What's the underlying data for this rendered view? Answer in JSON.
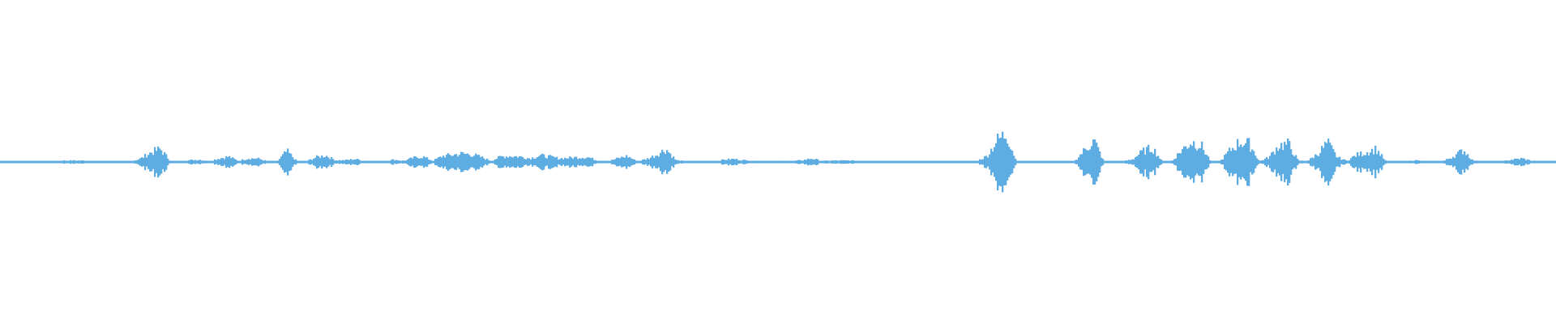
{
  "chart_data": {
    "type": "area",
    "title": "",
    "xlabel": "",
    "ylabel": "",
    "ylim": [
      -1,
      1
    ],
    "grid": false,
    "legend": "none",
    "color": "#5dade2",
    "symmetric_waveform": true,
    "amplitude_envelope": [
      0.006,
      0.006,
      0.006,
      0.006,
      0.006,
      0.006,
      0.012,
      0.012,
      0.012,
      0.006,
      0.006,
      0.006,
      0.006,
      0.006,
      0.03,
      0.08,
      0.11,
      0.01,
      0.006,
      0.015,
      0.02,
      0.006,
      0.03,
      0.045,
      0.01,
      0.03,
      0.03,
      0.006,
      0.006,
      0.09,
      0.01,
      0.006,
      0.04,
      0.055,
      0.015,
      0.015,
      0.025,
      0.01,
      0.006,
      0.006,
      0.02,
      0.01,
      0.035,
      0.045,
      0.01,
      0.05,
      0.06,
      0.07,
      0.065,
      0.04,
      0.01,
      0.045,
      0.05,
      0.045,
      0.03,
      0.055,
      0.045,
      0.03,
      0.035,
      0.04,
      0.04,
      0.01,
      0.006,
      0.03,
      0.05,
      0.006,
      0.025,
      0.06,
      0.11,
      0.015,
      0.006,
      0.006,
      0.006,
      0.006,
      0.02,
      0.025,
      0.015,
      0.008,
      0.008,
      0.008,
      0.008,
      0.008,
      0.015,
      0.03,
      0.008,
      0.012,
      0.012,
      0.012,
      0.006,
      0.006,
      0.006,
      0.006,
      0.006,
      0.006,
      0.006,
      0.006,
      0.006,
      0.006,
      0.006,
      0.006,
      0.01,
      0.05,
      0.18,
      0.24,
      0.006,
      0.006,
      0.006,
      0.006,
      0.006,
      0.006,
      0.006,
      0.1,
      0.18,
      0.006,
      0.006,
      0.006,
      0.025,
      0.09,
      0.12,
      0.006,
      0.006,
      0.1,
      0.17,
      0.14,
      0.006,
      0.01,
      0.1,
      0.17,
      0.15,
      0.006,
      0.04,
      0.14,
      0.15,
      0.01,
      0.01,
      0.07,
      0.16,
      0.04,
      0.01,
      0.06,
      0.08,
      0.11,
      0.006,
      0.006,
      0.006,
      0.015,
      0.006,
      0.006,
      0.01,
      0.05,
      0.1,
      0.01,
      0.006,
      0.006,
      0.006,
      0.02,
      0.03,
      0.01,
      0.006,
      0.006
    ]
  }
}
